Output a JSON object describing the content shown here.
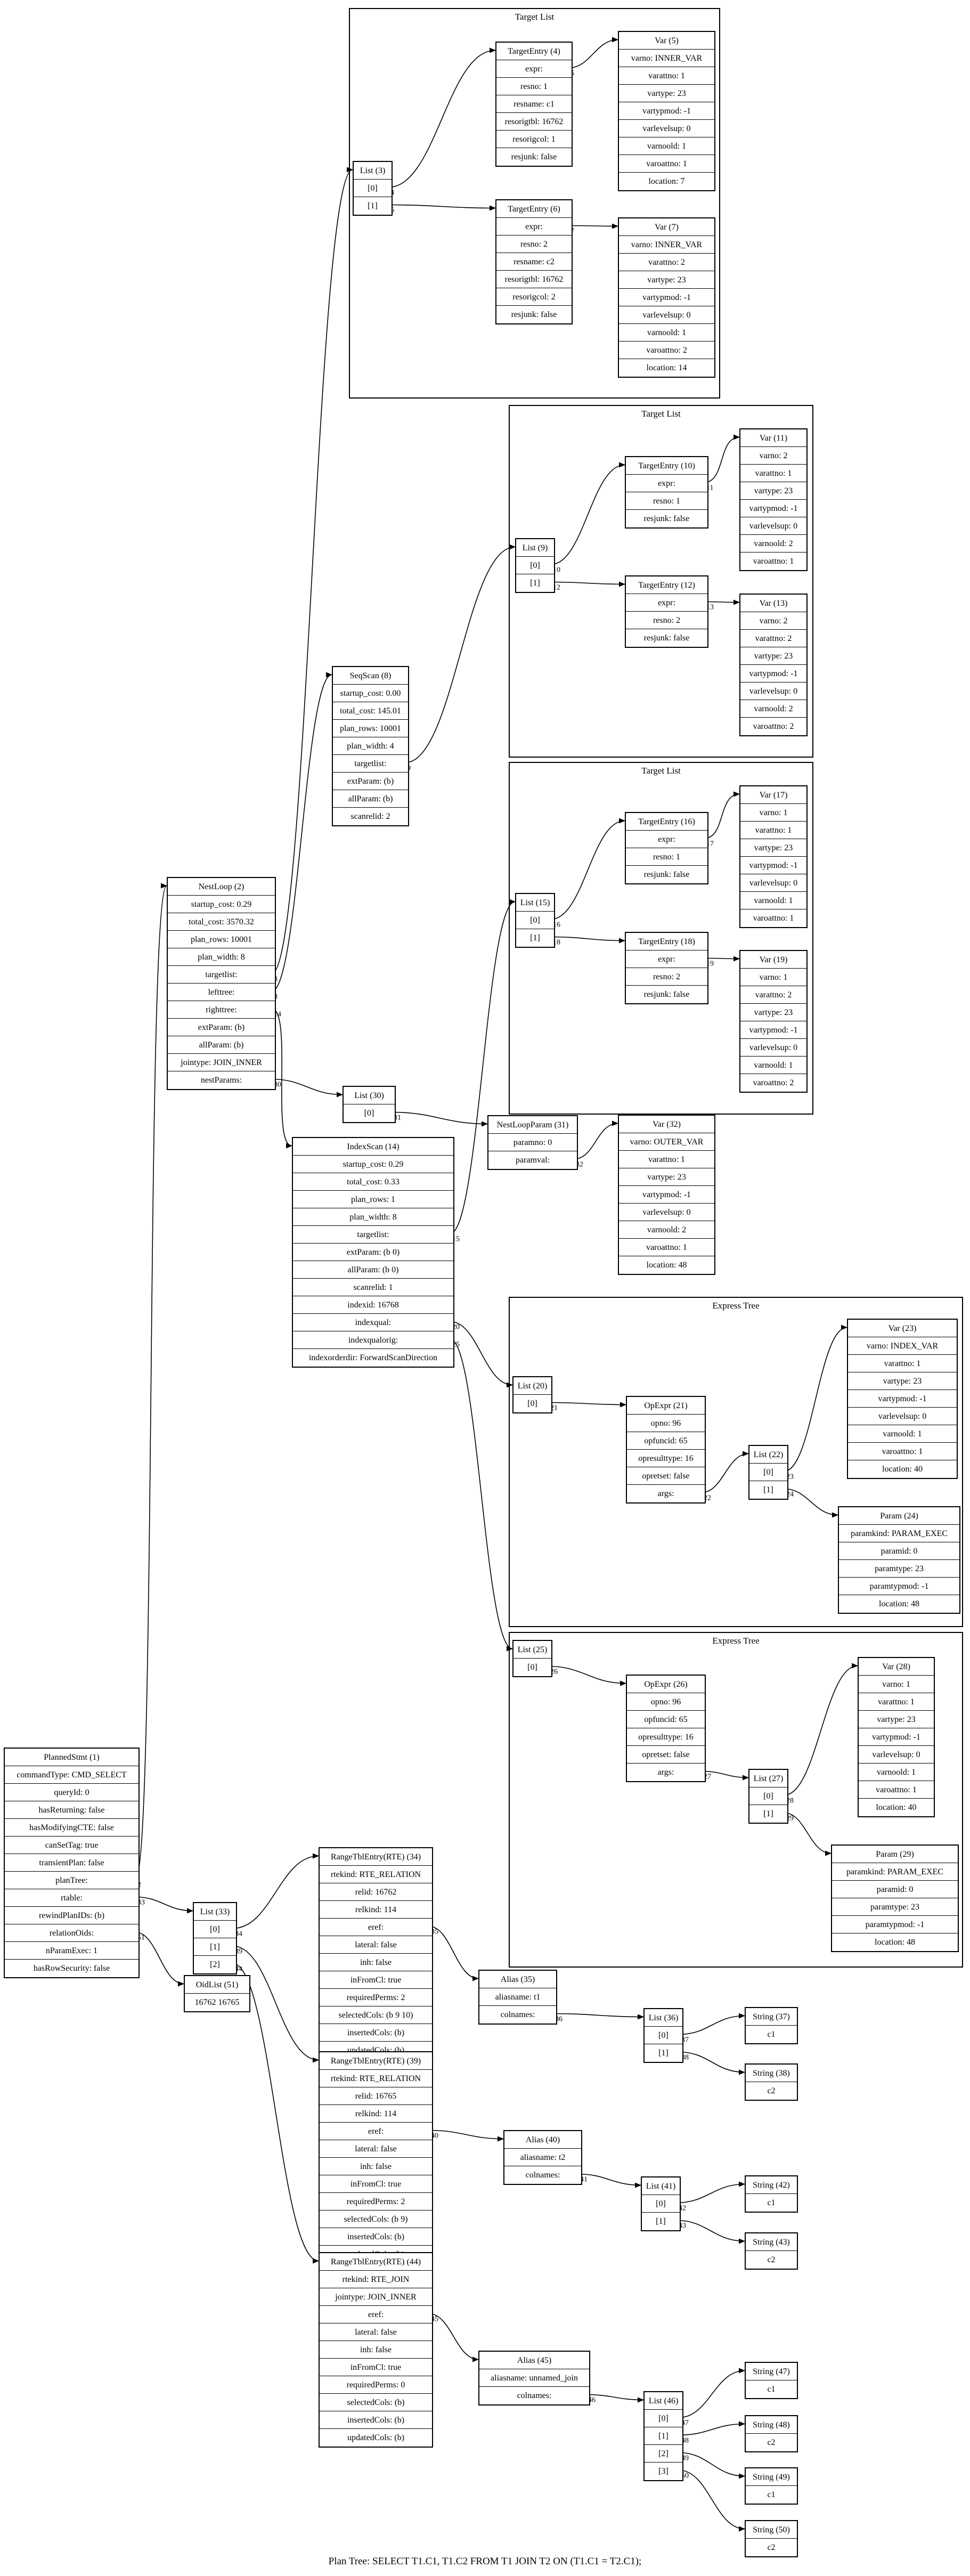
{
  "caption": "Plan Tree: SELECT T1.C1, T1.C2 FROM T1 JOIN T2 ON (T1.C1 = T2.C1);",
  "clusters": {
    "c1": "Target List",
    "c2": "Target List",
    "c3": "Target List",
    "c4": "Express Tree",
    "c5": "Express Tree"
  },
  "nodes": {
    "n1": {
      "title": "PlannedStmt (1)",
      "rows": [
        "commandType: CMD_SELECT",
        "queryId: 0",
        "hasReturning: false",
        "hasModifyingCTE: false",
        "canSetTag: true",
        "transientPlan: false",
        "planTree:",
        "rtable:",
        "rewindPlanIDs: (b)",
        "relationOids:",
        "nParamExec: 1",
        "hasRowSecurity: false"
      ]
    },
    "n2": {
      "title": "NestLoop (2)",
      "rows": [
        "startup_cost: 0.29",
        "total_cost: 3570.32",
        "plan_rows: 10001",
        "plan_width: 8",
        "targetlist:",
        "lefttree:",
        "righttree:",
        "extParam: (b)",
        "allParam: (b)",
        "jointype: JOIN_INNER",
        "nestParams:"
      ]
    },
    "n3": {
      "title": "List (3)",
      "rows": [
        "[0]",
        "[1]"
      ]
    },
    "n4": {
      "title": "TargetEntry (4)",
      "rows": [
        "expr:",
        "resno: 1",
        "resname: c1",
        "resorigtbl: 16762",
        "resorigcol: 1",
        "resjunk: false"
      ]
    },
    "n5": {
      "title": "Var (5)",
      "rows": [
        "varno: INNER_VAR",
        "varattno: 1",
        "vartype: 23",
        "vartypmod: -1",
        "varlevelsup: 0",
        "varnoold: 1",
        "varoattno: 1",
        "location: 7"
      ]
    },
    "n6": {
      "title": "TargetEntry (6)",
      "rows": [
        "expr:",
        "resno: 2",
        "resname: c2",
        "resorigtbl: 16762",
        "resorigcol: 2",
        "resjunk: false"
      ]
    },
    "n7": {
      "title": "Var (7)",
      "rows": [
        "varno: INNER_VAR",
        "varattno: 2",
        "vartype: 23",
        "vartypmod: -1",
        "varlevelsup: 0",
        "varnoold: 1",
        "varoattno: 2",
        "location: 14"
      ]
    },
    "n8": {
      "title": "SeqScan (8)",
      "rows": [
        "startup_cost: 0.00",
        "total_cost: 145.01",
        "plan_rows: 10001",
        "plan_width: 4",
        "targetlist:",
        "extParam: (b)",
        "allParam: (b)",
        "scanrelid: 2"
      ]
    },
    "n9": {
      "title": "List (9)",
      "rows": [
        "[0]",
        "[1]"
      ]
    },
    "n10": {
      "title": "TargetEntry (10)",
      "rows": [
        "expr:",
        "resno: 1",
        "resjunk: false"
      ]
    },
    "n11": {
      "title": "Var (11)",
      "rows": [
        "varno: 2",
        "varattno: 1",
        "vartype: 23",
        "vartypmod: -1",
        "varlevelsup: 0",
        "varnoold: 2",
        "varoattno: 1"
      ]
    },
    "n12": {
      "title": "TargetEntry (12)",
      "rows": [
        "expr:",
        "resno: 2",
        "resjunk: false"
      ]
    },
    "n13": {
      "title": "Var (13)",
      "rows": [
        "varno: 2",
        "varattno: 2",
        "vartype: 23",
        "vartypmod: -1",
        "varlevelsup: 0",
        "varnoold: 2",
        "varoattno: 2"
      ]
    },
    "n14": {
      "title": "IndexScan (14)",
      "rows": [
        "startup_cost: 0.29",
        "total_cost: 0.33",
        "plan_rows: 1",
        "plan_width: 8",
        "targetlist:",
        "extParam: (b 0)",
        "allParam: (b 0)",
        "scanrelid: 1",
        "indexid: 16768",
        "indexqual:",
        "indexqualorig:",
        "indexorderdir: ForwardScanDirection"
      ]
    },
    "n15": {
      "title": "List (15)",
      "rows": [
        "[0]",
        "[1]"
      ]
    },
    "n16": {
      "title": "TargetEntry (16)",
      "rows": [
        "expr:",
        "resno: 1",
        "resjunk: false"
      ]
    },
    "n17": {
      "title": "Var (17)",
      "rows": [
        "varno: 1",
        "varattno: 1",
        "vartype: 23",
        "vartypmod: -1",
        "varlevelsup: 0",
        "varnoold: 1",
        "varoattno: 1"
      ]
    },
    "n18": {
      "title": "TargetEntry (18)",
      "rows": [
        "expr:",
        "resno: 2",
        "resjunk: false"
      ]
    },
    "n19": {
      "title": "Var (19)",
      "rows": [
        "varno: 1",
        "varattno: 2",
        "vartype: 23",
        "vartypmod: -1",
        "varlevelsup: 0",
        "varnoold: 1",
        "varoattno: 2"
      ]
    },
    "n20": {
      "title": "List (20)",
      "rows": [
        "[0]"
      ]
    },
    "n21": {
      "title": "OpExpr (21)",
      "rows": [
        "opno: 96",
        "opfuncid: 65",
        "opresulttype: 16",
        "opretset: false",
        "args:"
      ]
    },
    "n22": {
      "title": "List (22)",
      "rows": [
        "[0]",
        "[1]"
      ]
    },
    "n23": {
      "title": "Var (23)",
      "rows": [
        "varno: INDEX_VAR",
        "varattno: 1",
        "vartype: 23",
        "vartypmod: -1",
        "varlevelsup: 0",
        "varnoold: 1",
        "varoattno: 1",
        "location: 40"
      ]
    },
    "n24": {
      "title": "Param (24)",
      "rows": [
        "paramkind: PARAM_EXEC",
        "paramid: 0",
        "paramtype: 23",
        "paramtypmod: -1",
        "location: 48"
      ]
    },
    "n25": {
      "title": "List (25)",
      "rows": [
        "[0]"
      ]
    },
    "n26": {
      "title": "OpExpr (26)",
      "rows": [
        "opno: 96",
        "opfuncid: 65",
        "opresulttype: 16",
        "opretset: false",
        "args:"
      ]
    },
    "n27": {
      "title": "List (27)",
      "rows": [
        "[0]",
        "[1]"
      ]
    },
    "n28": {
      "title": "Var (28)",
      "rows": [
        "varno: 1",
        "varattno: 1",
        "vartype: 23",
        "vartypmod: -1",
        "varlevelsup: 0",
        "varnoold: 1",
        "varoattno: 1",
        "location: 40"
      ]
    },
    "n29": {
      "title": "Param (29)",
      "rows": [
        "paramkind: PARAM_EXEC",
        "paramid: 0",
        "paramtype: 23",
        "paramtypmod: -1",
        "location: 48"
      ]
    },
    "n30": {
      "title": "List (30)",
      "rows": [
        "[0]"
      ]
    },
    "n31": {
      "title": "NestLoopParam (31)",
      "rows": [
        "paramno: 0",
        "paramval:"
      ]
    },
    "n32": {
      "title": "Var (32)",
      "rows": [
        "varno: OUTER_VAR",
        "varattno: 1",
        "vartype: 23",
        "vartypmod: -1",
        "varlevelsup: 0",
        "varnoold: 2",
        "varoattno: 1",
        "location: 48"
      ]
    },
    "n33": {
      "title": "List (33)",
      "rows": [
        "[0]",
        "[1]",
        "[2]"
      ]
    },
    "n34": {
      "title": "RangeTblEntry(RTE) (34)",
      "rows": [
        "rtekind: RTE_RELATION",
        "relid: 16762",
        "relkind: 114",
        "eref:",
        "lateral: false",
        "inh: false",
        "inFromCl: true",
        "requiredPerms: 2",
        "selectedCols: (b 9 10)",
        "insertedCols: (b)",
        "updatedCols: (b)"
      ]
    },
    "n35": {
      "title": "Alias (35)",
      "rows": [
        "aliasname: t1",
        "colnames:"
      ]
    },
    "n36": {
      "title": "List (36)",
      "rows": [
        "[0]",
        "[1]"
      ]
    },
    "n37": {
      "title": "String (37)",
      "rows": [
        "c1"
      ]
    },
    "n38": {
      "title": "String (38)",
      "rows": [
        "c2"
      ]
    },
    "n39": {
      "title": "RangeTblEntry(RTE) (39)",
      "rows": [
        "rtekind: RTE_RELATION",
        "relid: 16765",
        "relkind: 114",
        "eref:",
        "lateral: false",
        "inh: false",
        "inFromCl: true",
        "requiredPerms: 2",
        "selectedCols: (b 9)",
        "insertedCols: (b)",
        "updatedCols: (b)"
      ]
    },
    "n40": {
      "title": "Alias (40)",
      "rows": [
        "aliasname: t2",
        "colnames:"
      ]
    },
    "n41": {
      "title": "List (41)",
      "rows": [
        "[0]",
        "[1]"
      ]
    },
    "n42": {
      "title": "String (42)",
      "rows": [
        "c1"
      ]
    },
    "n43": {
      "title": "String (43)",
      "rows": [
        "c2"
      ]
    },
    "n44": {
      "title": "RangeTblEntry(RTE) (44)",
      "rows": [
        "rtekind: RTE_JOIN",
        "jointype: JOIN_INNER",
        "eref:",
        "lateral: false",
        "inh: false",
        "inFromCl: true",
        "requiredPerms: 0",
        "selectedCols: (b)",
        "insertedCols: (b)",
        "updatedCols: (b)"
      ]
    },
    "n45": {
      "title": "Alias (45)",
      "rows": [
        "aliasname: unnamed_join",
        "colnames:"
      ]
    },
    "n46": {
      "title": "List (46)",
      "rows": [
        "[0]",
        "[1]",
        "[2]",
        "[3]"
      ]
    },
    "n47": {
      "title": "String (47)",
      "rows": [
        "c1"
      ]
    },
    "n48": {
      "title": "String (48)",
      "rows": [
        "c2"
      ]
    },
    "n49": {
      "title": "String (49)",
      "rows": [
        "c1"
      ]
    },
    "n50": {
      "title": "String (50)",
      "rows": [
        "c2"
      ]
    },
    "n51": {
      "title": "OidList (51)",
      "rows": [
        "16762 16765"
      ]
    }
  },
  "edges": [
    {
      "from": "n1",
      "row": 6,
      "to": "n2",
      "label": "2"
    },
    {
      "from": "n1",
      "row": 7,
      "to": "n33",
      "label": "33"
    },
    {
      "from": "n1",
      "row": 9,
      "to": "n51",
      "label": "51"
    },
    {
      "from": "n2",
      "row": 4,
      "to": "n3",
      "label": "3"
    },
    {
      "from": "n2",
      "row": 5,
      "to": "n8",
      "label": "8"
    },
    {
      "from": "n2",
      "row": 6,
      "to": "n14",
      "label": "14"
    },
    {
      "from": "n2",
      "row": 10,
      "to": "n30",
      "label": "30"
    },
    {
      "from": "n3",
      "row": 0,
      "to": "n4",
      "label": "4"
    },
    {
      "from": "n3",
      "row": 1,
      "to": "n6",
      "label": "6"
    },
    {
      "from": "n4",
      "row": 0,
      "to": "n5",
      "label": "5"
    },
    {
      "from": "n6",
      "row": 0,
      "to": "n7",
      "label": "7"
    },
    {
      "from": "n8",
      "row": 4,
      "to": "n9",
      "label": "9"
    },
    {
      "from": "n9",
      "row": 0,
      "to": "n10",
      "label": "10"
    },
    {
      "from": "n9",
      "row": 1,
      "to": "n12",
      "label": "12"
    },
    {
      "from": "n10",
      "row": 0,
      "to": "n11",
      "label": "11"
    },
    {
      "from": "n12",
      "row": 0,
      "to": "n13",
      "label": "13"
    },
    {
      "from": "n14",
      "row": 4,
      "to": "n15",
      "label": "15"
    },
    {
      "from": "n14",
      "row": 9,
      "to": "n20",
      "label": "20"
    },
    {
      "from": "n14",
      "row": 10,
      "to": "n25",
      "label": "25"
    },
    {
      "from": "n15",
      "row": 0,
      "to": "n16",
      "label": "16"
    },
    {
      "from": "n15",
      "row": 1,
      "to": "n18",
      "label": "18"
    },
    {
      "from": "n16",
      "row": 0,
      "to": "n17",
      "label": "17"
    },
    {
      "from": "n18",
      "row": 0,
      "to": "n19",
      "label": "19"
    },
    {
      "from": "n20",
      "row": 0,
      "to": "n21",
      "label": "21"
    },
    {
      "from": "n21",
      "row": 4,
      "to": "n22",
      "label": "22"
    },
    {
      "from": "n22",
      "row": 0,
      "to": "n23",
      "label": "23"
    },
    {
      "from": "n22",
      "row": 1,
      "to": "n24",
      "label": "24"
    },
    {
      "from": "n25",
      "row": 0,
      "to": "n26",
      "label": "26"
    },
    {
      "from": "n26",
      "row": 4,
      "to": "n27",
      "label": "27"
    },
    {
      "from": "n27",
      "row": 0,
      "to": "n28",
      "label": "28"
    },
    {
      "from": "n27",
      "row": 1,
      "to": "n29",
      "label": "29"
    },
    {
      "from": "n30",
      "row": 0,
      "to": "n31",
      "label": "31"
    },
    {
      "from": "n31",
      "row": 1,
      "to": "n32",
      "label": "32"
    },
    {
      "from": "n33",
      "row": 0,
      "to": "n34",
      "label": "34"
    },
    {
      "from": "n33",
      "row": 1,
      "to": "n39",
      "label": "39"
    },
    {
      "from": "n33",
      "row": 2,
      "to": "n44",
      "label": "44"
    },
    {
      "from": "n34",
      "row": 3,
      "to": "n35",
      "label": "35"
    },
    {
      "from": "n35",
      "row": 1,
      "to": "n36",
      "label": "36"
    },
    {
      "from": "n36",
      "row": 0,
      "to": "n37",
      "label": "37"
    },
    {
      "from": "n36",
      "row": 1,
      "to": "n38",
      "label": "38"
    },
    {
      "from": "n39",
      "row": 3,
      "to": "n40",
      "label": "40"
    },
    {
      "from": "n40",
      "row": 1,
      "to": "n41",
      "label": "41"
    },
    {
      "from": "n41",
      "row": 0,
      "to": "n42",
      "label": "42"
    },
    {
      "from": "n41",
      "row": 1,
      "to": "n43",
      "label": "43"
    },
    {
      "from": "n44",
      "row": 2,
      "to": "n45",
      "label": "45"
    },
    {
      "from": "n45",
      "row": 1,
      "to": "n46",
      "label": "46"
    },
    {
      "from": "n46",
      "row": 0,
      "to": "n47",
      "label": "47"
    },
    {
      "from": "n46",
      "row": 1,
      "to": "n48",
      "label": "48"
    },
    {
      "from": "n46",
      "row": 2,
      "to": "n49",
      "label": "49"
    },
    {
      "from": "n46",
      "row": 3,
      "to": "n50",
      "label": "50"
    }
  ]
}
